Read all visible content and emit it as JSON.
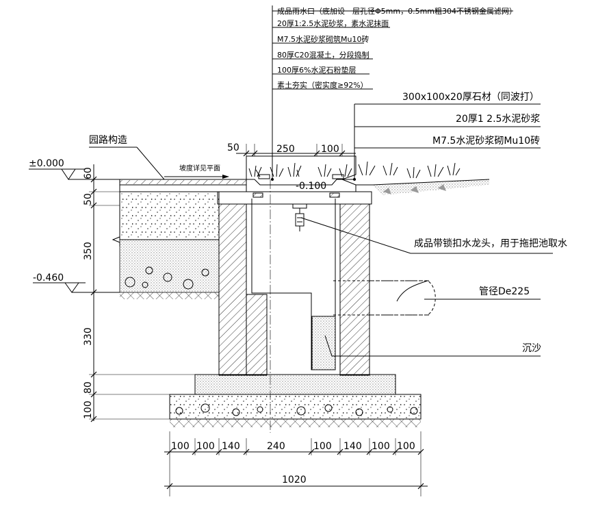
{
  "callouts_top": [
    "成品雨水口（底加设一层孔径Φ5mm，0.5mm粗304不锈钢金属滤网）",
    "20厚1:2.5水泥砂浆，素水泥抹面",
    "M7.5水泥砂浆砌筑Mu10砖",
    "80厚C20混凝土，分段捣制",
    "100厚6%水泥石粉垫层",
    "素土夯实（密实度≥92%）"
  ],
  "callouts_right": [
    "300x100x20厚石材（同波打）",
    "20厚1 2.5水泥砂浆",
    "M7.5水泥砂浆砌Mu10砖"
  ],
  "labels": {
    "road": "园路构造",
    "slope_note": "坡度详见平面",
    "faucet": "成品带锁扣水龙头，用于拖把池取水",
    "pipe": "管径De225",
    "sand": "沉沙"
  },
  "elevations": {
    "zero": "±0.000",
    "top_inner": "-0.100",
    "lower": "-0.460"
  },
  "dims_vertical": [
    "60",
    "50",
    "350",
    "330",
    "80",
    "100"
  ],
  "dims_top": [
    "50",
    "250",
    "100"
  ],
  "dims_bottom": [
    "100",
    "100",
    "140",
    "240",
    "100",
    "140",
    "100",
    "100"
  ],
  "dim_total": "1020",
  "colors": {
    "line": "#000000",
    "background": "#ffffff"
  }
}
